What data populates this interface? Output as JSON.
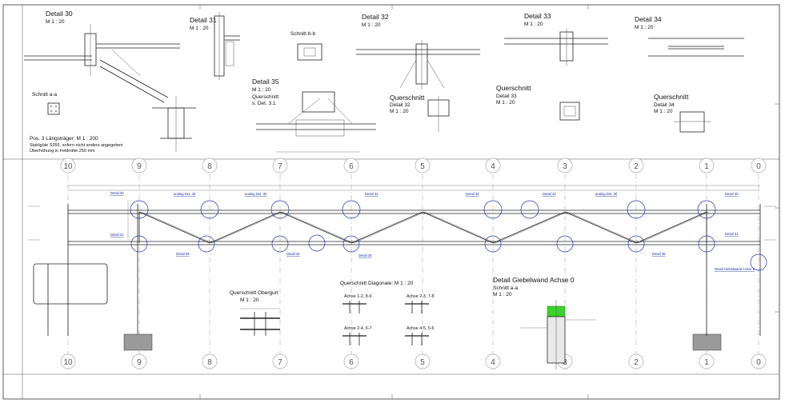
{
  "details": {
    "d30": {
      "title": "Detail 30",
      "scale": "M 1 : 20"
    },
    "d31": {
      "title": "Detail 31",
      "scale": "M 1 : 20"
    },
    "d32": {
      "title": "Detail 32",
      "scale": "M 1 : 20"
    },
    "d33": {
      "title": "Detail 33",
      "scale": "M 1 : 20"
    },
    "d34": {
      "title": "Detail 34",
      "scale": "M 1 : 20"
    },
    "d35": {
      "title": "Detail 35",
      "scale": "M 1 : 20",
      "extra1": "Querschnitt",
      "extra2": "s. Det. 3.1"
    },
    "schnitt_bb": "Schnitt b-b",
    "schnitt_aa": "Schnitt a-a",
    "qs32": {
      "title": "Querschnitt",
      "line2": "Detail 32",
      "scale": "M 1 : 20"
    },
    "qs33": {
      "title": "Querschnitt",
      "line2": "Detail 33",
      "scale": "M 1 : 20"
    },
    "qs34": {
      "title": "Querschnitt",
      "line2": "Detail 34",
      "scale": "M 1 : 20"
    }
  },
  "pos3": {
    "line1": "Pos. 3   Längsträger;   M 1 : 200",
    "line2": "Stahlgüte S355, sofern nicht anders angegeben",
    "line3": "Überhöhung in Feldmitte   250 mm"
  },
  "axes_top": [
    "10",
    "9",
    "8",
    "7",
    "6",
    "5",
    "4",
    "3",
    "2",
    "1",
    "0"
  ],
  "axes_bottom": [
    "10",
    "9",
    "8",
    "7",
    "6",
    "5",
    "4",
    "3",
    "2",
    "1",
    "0"
  ],
  "truss_links": {
    "top": [
      {
        "label": "Detail 30"
      },
      {
        "label": "analog Det. 30"
      },
      {
        "label": "analog Det. 30"
      },
      {
        "label": "Detail 32"
      },
      {
        "label": "Detail 32"
      },
      {
        "label": "Detail 33"
      },
      {
        "label": "analog Det. 30"
      },
      {
        "label": "Detail 30"
      }
    ],
    "bottom": [
      {
        "label": "Detail 31"
      },
      {
        "label": "Detail 35"
      },
      {
        "label": "Detail 34"
      },
      {
        "label": "Detail 35"
      },
      {
        "label": "Detail 31"
      },
      {
        "label": "Detail 35"
      }
    ],
    "gable": "Detail Giebelwand Achse 0"
  },
  "qs_obergurt": {
    "title": "Querschnitt Obergurt",
    "scale": "M 1 : 20"
  },
  "qs_diagonale": {
    "title": "Querschnitt Diagonale:   M 1 : 20",
    "achsen": [
      "Achse 1-2, 8-9",
      "Achse 2-3, 7-8",
      "Achse 2-4, 6-7",
      "Achse 4-5, 5-6"
    ]
  },
  "giebelwand": {
    "title": "Detail Giebelwand Achse 0",
    "line2": "Schnitt a-a",
    "scale": "M 1 : 20"
  },
  "colors": {
    "link": "#1a2fa8",
    "highlight": "#3fd12b",
    "line": "#222222"
  }
}
